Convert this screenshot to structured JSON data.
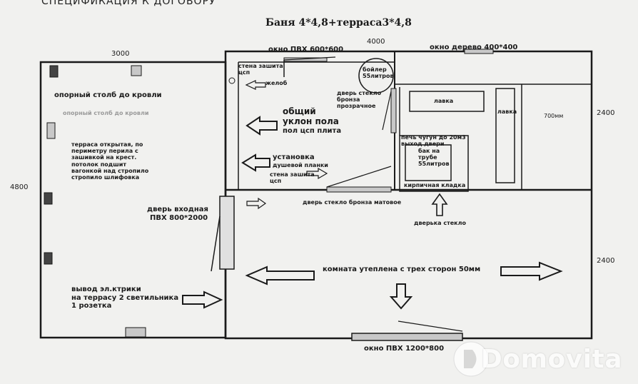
{
  "header": {
    "top_text": "СПЕЦИФИКАЦИЯ К ДОГОВОРУ",
    "title": "Баня 4*4,8+терраса3*4,8"
  },
  "dimensions": {
    "width_left": "3000",
    "width_right": "4000",
    "height_left": "4800",
    "height_right_top": "2400",
    "height_right_bottom": "2400",
    "lavka_width": "700мм"
  },
  "terrace": {
    "pillar": "опорный столб до кровли",
    "pillar_faded": "опорный столб до кровли",
    "description": [
      "терраса открытая, по",
      "периметру перила с",
      "зашивкой на крест.",
      "потолок подшит",
      "вагонкой над стропило",
      "стропило шлифовка"
    ],
    "entrance_door": [
      "дверь входная",
      "ПВХ 800*2000"
    ],
    "electrics": [
      "вывод эл.ктрики",
      "на террасу 2 светильника",
      "1 розетка"
    ]
  },
  "washroom": {
    "window": "окно ПВХ 600*600",
    "wall_protected": [
      "стена зашита",
      "цсп"
    ],
    "drain": "желоб",
    "floor_slope": [
      "общий",
      "уклон пола",
      "пол цсп плита"
    ],
    "shower": [
      "установка",
      "душевой планки"
    ],
    "wall_protected_2": [
      "стена зашита",
      "цсп"
    ],
    "boiler": [
      "бойлер",
      "55литров"
    ],
    "glass_door": [
      "дверь стекло",
      "бронза",
      "прозрачное"
    ],
    "door_matte": "дверь стекло бронза матовое"
  },
  "steam_room": {
    "window": "окно дерево 400*400",
    "bench_1": "лавка",
    "bench_2": "лавка",
    "stove": [
      "печь чугун до 20м3",
      "выход двери"
    ],
    "tank": [
      "бак на",
      "трубе",
      "55литров"
    ],
    "brick": "кирпичная кладка",
    "door": "дверька стекло"
  },
  "main_room": {
    "insulation": "комната утеплена с трех сторон 50мм",
    "window": "окно ПВХ 1200*800"
  },
  "watermark": {
    "text": "Domovita",
    "icon": "domovita-logo-icon"
  },
  "colors": {
    "line": "#1a1a1a",
    "background": "#f1f1ef",
    "element_fill": "#c8c8c8",
    "pillar_dark": "#444444"
  }
}
